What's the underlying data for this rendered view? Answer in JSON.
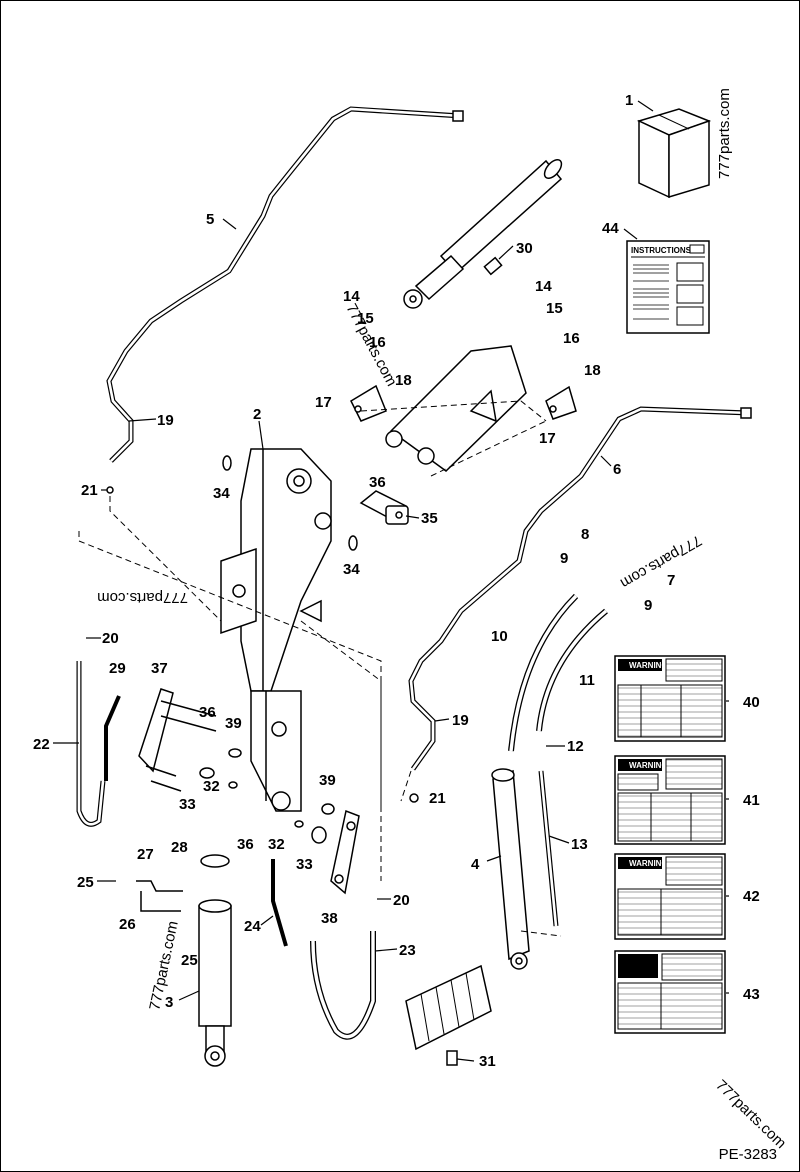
{
  "document": {
    "code": "PE-3283"
  },
  "watermarks": [
    "777parts.com",
    "777parts.com",
    "777parts.com",
    "777parts.com",
    "777parts.com",
    "777parts.com"
  ],
  "instructions_label": "INSTRUCTIONS",
  "warning_label": "WARNING",
  "callouts": [
    "1",
    "2",
    "3",
    "4",
    "5",
    "6",
    "7",
    "8",
    "9",
    "9",
    "10",
    "11",
    "12",
    "13",
    "14",
    "14",
    "15",
    "15",
    "16",
    "16",
    "17",
    "17",
    "18",
    "18",
    "19",
    "19",
    "20",
    "20",
    "21",
    "21",
    "22",
    "23",
    "24",
    "25",
    "25",
    "26",
    "27",
    "28",
    "29",
    "30",
    "31",
    "32",
    "32",
    "33",
    "33",
    "34",
    "34",
    "35",
    "36",
    "36",
    "36",
    "37",
    "38",
    "39",
    "39",
    "40",
    "41",
    "42",
    "43",
    "44"
  ]
}
